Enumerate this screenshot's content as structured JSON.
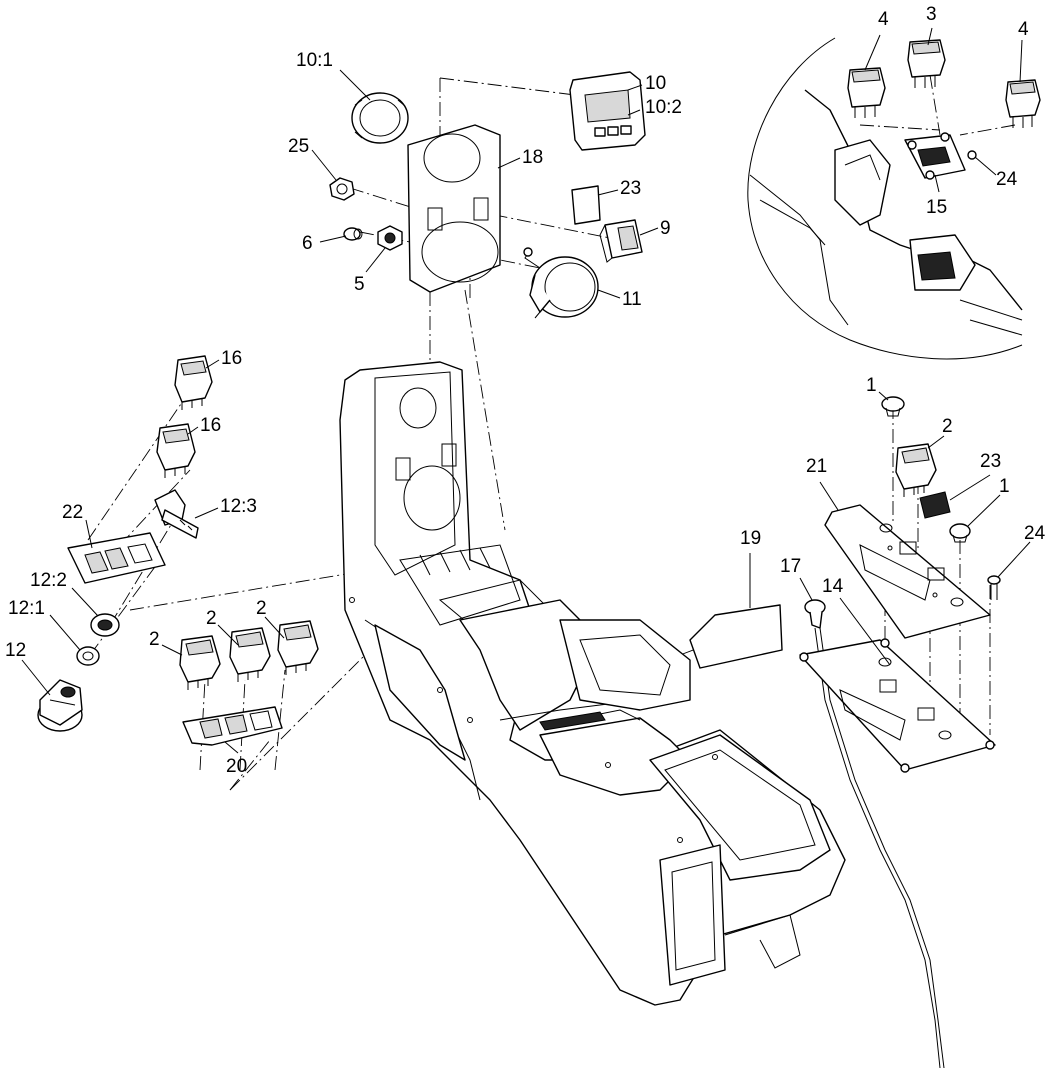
{
  "diagram": {
    "labels": {
      "l10_1": "10:1",
      "l10": "10",
      "l10_2": "10:2",
      "l25": "25",
      "l18": "18",
      "l23_top": "23",
      "l6": "6",
      "l5": "5",
      "l9": "9",
      "l11": "11",
      "l4_left": "4",
      "l3": "3",
      "l4_right": "4",
      "l24_top": "24",
      "l15": "15",
      "l16_a": "16",
      "l16_b": "16",
      "l12_3": "12:3",
      "l22": "22",
      "l12_2": "12:2",
      "l12_1": "12:1",
      "l12": "12",
      "l2_a": "2",
      "l2_b": "2",
      "l2_c": "2",
      "l20": "20",
      "l1_top": "1",
      "l2_right": "2",
      "l21": "21",
      "l23_right": "23",
      "l1_right": "1",
      "l24_right": "24",
      "l19": "19",
      "l17": "17",
      "l14": "14"
    }
  }
}
